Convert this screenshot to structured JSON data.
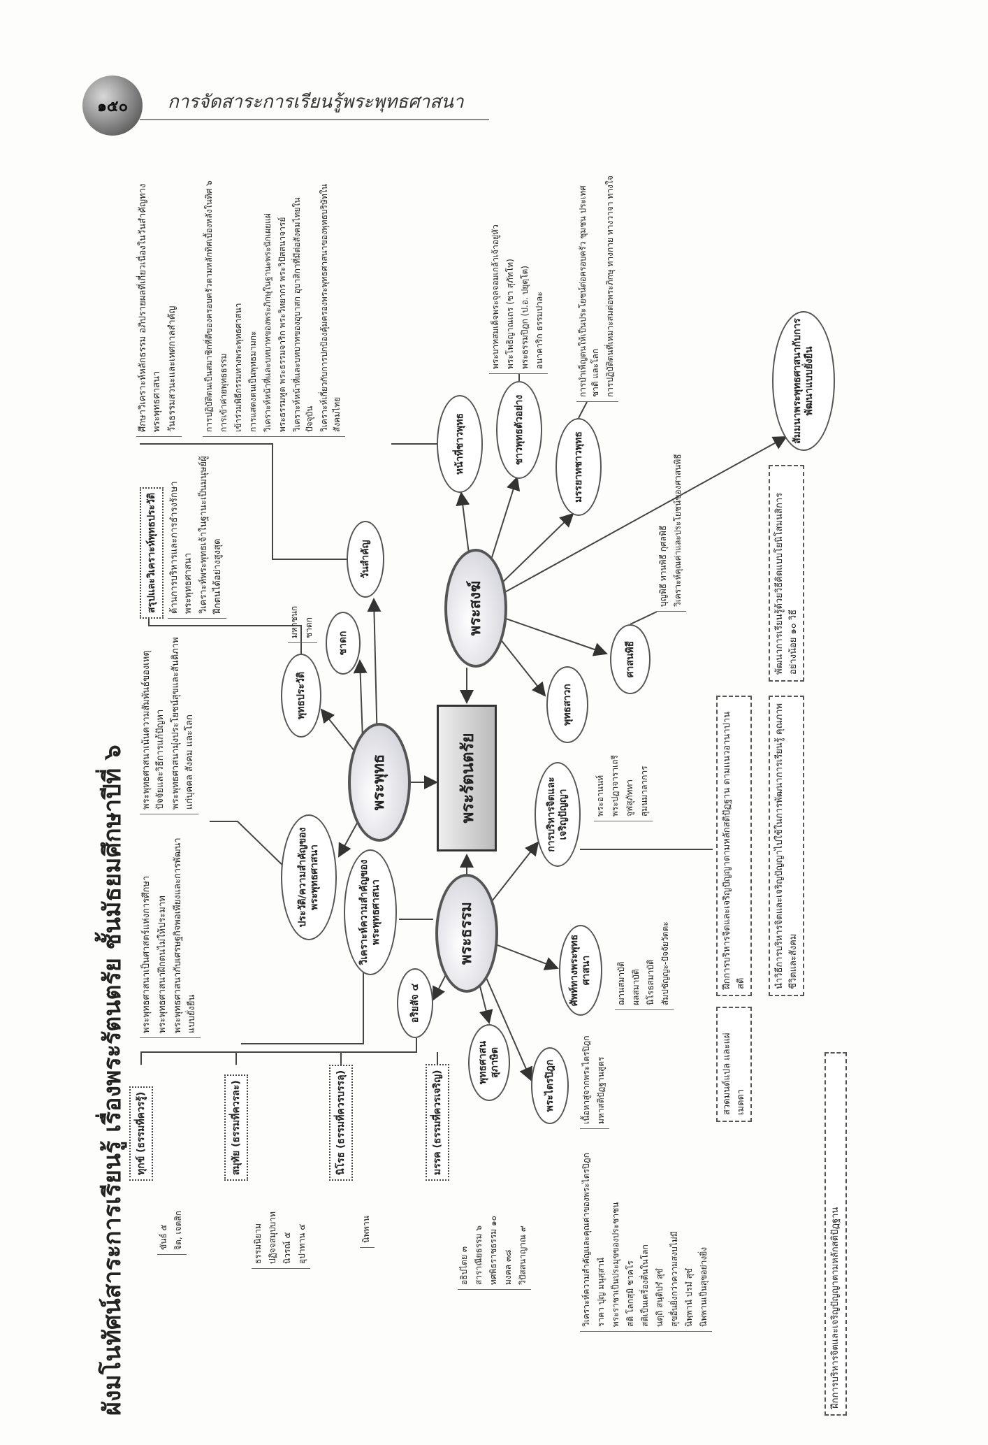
{
  "header": {
    "page_number": "๑๕๐",
    "book_title": "การจัดสาระการเรียนรู้พระพุทธศาสนา"
  },
  "diagram": {
    "title": "ผังมโนทัศน์สาระการเรียนรู้ เรื่องพระรัตนตรัย ชั้นมัธยมศึกษาปีที่ ๖",
    "center": "พระรัตนตรัย",
    "main": {
      "buddha": "พระพุทธ",
      "dhamma": "พระธรรม",
      "sangha": "พระสงฆ์"
    },
    "nodes": {
      "history": "ประวัติ/ความสำคัญของพระพุทธศาสนา",
      "biography": "พุทธประวัติ",
      "jataka": "ชาดก",
      "holy_days": "วันสำคัญ",
      "duties": "หน้าที่ชาวพุทธ",
      "model": "ชาวพุทธตัวอย่าง",
      "etiquette": "มรรยาทชาวพุทธ",
      "seminar": "สัมมนาพระพุทธศาสนากับการพัฒนาแบบยั่งยืน",
      "rites": "ศาสนพิธี",
      "disciples": "พุทธสาวก",
      "meditation": "การบริหารจิตและเจริญปัญญา",
      "terms": "ศัพท์ทางพระพุทธศาสนา",
      "tipitaka": "พระไตรปิฎก",
      "proverbs": "พุทธศาสนสุภาษิต",
      "truths": "อริยสัจ ๔",
      "analysis": "วิเคราะห์ความสำคัญของพระพุทธศาสนา"
    },
    "boxes": {
      "summary": "สรุปและวิเคราะห์พุทธประวัติ",
      "dukkha": "ทุกข์ (ธรรมที่ควรรู้)",
      "samudaya": "สมุทัย (ธรรมที่ควรละ)",
      "nirodha": "นิโรธ (ธรรมที่ควรบรรลุ)",
      "magga": "มรรค (ธรรมที่ควรเจริญ)"
    },
    "leaves": {
      "dukkha": [
        "ขันธ์ ๕",
        "จิต, เจตสิก"
      ],
      "samudaya": [
        "ธรรมนิยาม",
        "ปฏิจจสมุปบาท",
        "นิวรณ์ ๕",
        "อุปาทาน ๔"
      ],
      "nirodha": [
        "นิพพาน"
      ],
      "magga": [
        "อธิปไตย ๓",
        "สาราณียธรรม ๖",
        "ทศพิธราชธรรม ๑๐",
        "มงคล ๓๘",
        "วิปัสสนาญาณ ๙"
      ],
      "analysis": [
        "พระพุทธศาสนาเป็นศาสตร์แห่งการศึกษา",
        "พระพุทธศาสนาฝึกตนไม่ให้ประมาท",
        "พระพุทธศาสนากับเศรษฐกิจพอเพียงและการพัฒนาแบบยั่งยืน"
      ],
      "history": [
        "พระพุทธศาสนาเน้นความสัมพันธ์ของเหตุปัจจัยและวิธีการแก้ปัญหา",
        "พระพุทธศาสนามุ่งประโยชน์สุขและสันติภาพแก่บุคคล สังคม และโลก"
      ],
      "biography": [
        "ด้านการบริหารและการธำรงรักษาพระพุทธศาสนา",
        "วิเคราะห์พระพุทธเจ้าในฐานะเป็นมนุษย์ผู้ฝึกตนได้อย่างสูงสุด"
      ],
      "jataka": [
        "มหาชนก",
        "ชาดก"
      ],
      "holy_days": [
        "ศึกษาวิเคราะห์หลักธรรม อภิปรายผลที่เกี่ยวเนื่องในวันสำคัญทางพระพุทธศาสนา",
        "วันธรรมสวนะและเทศกาลสำคัญ"
      ],
      "duties": [
        "การปฏิบัติตนเป็นสมาชิกที่ดีของครอบครัวตามหลักทิศเบื้องหลังในทิศ ๖",
        "การเข้าค่ายพุทธธรรม",
        "เข้าร่วมพิธีกรรมทางพระพุทธศาสนา",
        "การแสดงตนเป็นพุทธมามกะ",
        "วิเคราะห์หน้าที่และบทบาทของพระภิกษุในฐานะพระนักเผยแผ่",
        "พระธรรมทูต พระธรรมจาริก พระวิทยากร พระวิปัสสนาจารย์",
        "วิเคราะห์หน้าที่และบทบาทของอุบาสก อุบาสิกาที่มีต่อสังคมไทยในปัจจุบัน",
        "วิเคราะห์เกี่ยวกับการปกป้องคุ้มครองพระพุทธศาสนาของพุทธบริษัทในสังคมไทย"
      ],
      "model": [
        "พระบาทสมเด็จพระจุลจอมเกล้าเจ้าอยู่หัว",
        "พระโพธิญาณเถร (ชา สุภัทโท)",
        "พระธรรมปิฎก (ป.อ. ปยุตฺโต)",
        "อนาคาริก ธรรมปาละ"
      ],
      "etiquette": [
        "การบำเพ็ญตนให้เป็นประโยชน์ต่อครอบครัว ชุมชน ประเทศชาติ และโลก",
        "การปฏิบัติตนที่เหมาะสมต่อพระภิกษุ ทางกาย ทางวาจา ทางใจ"
      ],
      "rites": [
        "บุญพิธี ทานพิธี กุศลพิธี",
        "วิเคราะห์คุณค่าและประโยชน์ของศาสนพิธี"
      ],
      "disciples": [
        "พระอานนท์",
        "พระปฏาจาราเถรี",
        "จูฬสุภัททา",
        "สุมนมาลาการ"
      ],
      "terms": [
        "ฌานสมาบัติ",
        "ผลสมาบัติ",
        "นิโรธสมาบัติ",
        "สัมปชัญญะ-ปัจจัยวัตตะ"
      ],
      "tipitaka": [
        "เนื้อหาสู่จากพระไตรปิฎก",
        "มหาสติปัฏฐานสูตร"
      ],
      "proverbs": [
        "วิเคราะห์ความสำคัญและคุณค่าของพระไตรปิฎก",
        "ราคา ปุญ มนุสฺสานํ",
        "พระราชาเป็นประมุขของประชาชน",
        "สติ โลกสฺมิ ชาคโร",
        "สติเป็นเครื่องตื่นในโลก",
        "นตฺถิ สนฺติปรํ สุขํ",
        "สุขอื่นยิ่งกว่าความสงบไม่มี",
        "นิพฺพานํ ปรมํ สุขํ",
        "นิพพานเป็นสุขอย่างยิ่ง"
      ]
    },
    "activities": [
      "ฝึกการบริหารจิตและเจริญปัญญาตามหลักสติปัฏฐาน ตามแนวอานาปานสติ",
      "สวดมนต์แปล และแผ่เมตตา",
      "นำวิธีการบริหารจิตและเจริญปัญญาไปใช้ในการพัฒนาการเรียนรู้ คุณภาพชีวิตและสังคม",
      "พัฒนาการเรียนรู้ด้วยวิธีคิดแบบโยนิโสมนสิการ อย่างน้อย ๑๐ วิธี",
      "ฝึกการบริหารจิตและเจริญปัญญาตามหลักสติปัฏฐาน"
    ]
  }
}
